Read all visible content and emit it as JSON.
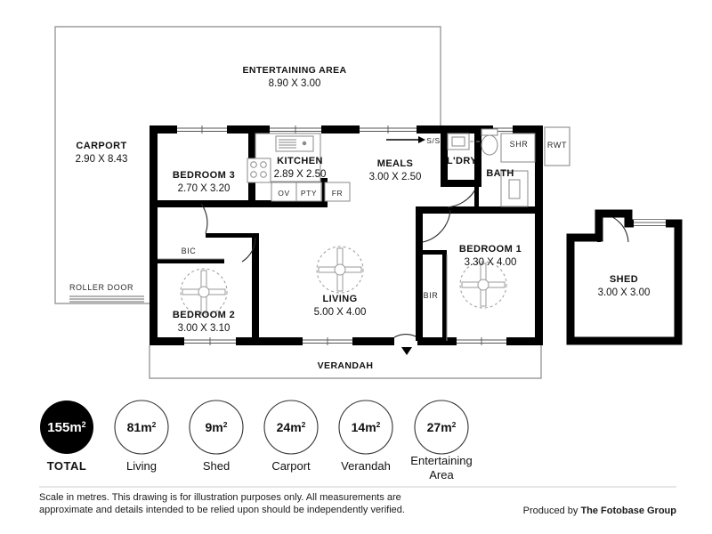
{
  "document": {
    "type": "real-estate-floor-plan",
    "title": "Floor Plan"
  },
  "rooms": [
    {
      "key": "carport",
      "label": "CARPORT",
      "dim": "2.90 X 8.43"
    },
    {
      "key": "entertaining_area",
      "label": "ENTERTAINING AREA",
      "dim": "8.90 X 3.00"
    },
    {
      "key": "bedroom_3",
      "label": "BEDROOM 3",
      "dim": "2.70 X 3.20"
    },
    {
      "key": "kitchen",
      "label": "KITCHEN",
      "dim": "2.89 X 2.50"
    },
    {
      "key": "meals",
      "label": "MEALS",
      "dim": "3.00 X 2.50"
    },
    {
      "key": "laundry",
      "label": "L'DRY",
      "dim": ""
    },
    {
      "key": "bath",
      "label": "BATH",
      "dim": ""
    },
    {
      "key": "bedroom_1",
      "label": "BEDROOM 1",
      "dim": "3.30 X 4.00"
    },
    {
      "key": "bedroom_2",
      "label": "BEDROOM 2",
      "dim": "3.00 X 3.10"
    },
    {
      "key": "living",
      "label": "LIVING",
      "dim": "5.00 X 4.00"
    },
    {
      "key": "verandah",
      "label": "VERANDAH",
      "dim": ""
    },
    {
      "key": "shed",
      "label": "SHED",
      "dim": "3.00 X 3.00"
    }
  ],
  "annotations": {
    "roller_door": "ROLLER DOOR",
    "bic": "BIC",
    "bir": "BIR",
    "ov": "OV",
    "pty": "PTY",
    "fr": "FR",
    "ss": "S/S",
    "shr": "SHR",
    "rwt": "RWT"
  },
  "area_legend": [
    {
      "key": "total",
      "value": "155",
      "unit": "m",
      "exponent": "2",
      "name": "TOTAL",
      "filled": true
    },
    {
      "key": "living",
      "value": "81",
      "unit": "m",
      "exponent": "2",
      "name": "Living",
      "filled": false
    },
    {
      "key": "shed",
      "value": "9",
      "unit": "m",
      "exponent": "2",
      "name": "Shed",
      "filled": false
    },
    {
      "key": "carport",
      "value": "24",
      "unit": "m",
      "exponent": "2",
      "name": "Carport",
      "filled": false
    },
    {
      "key": "verandah",
      "value": "14",
      "unit": "m",
      "exponent": "2",
      "name": "Verandah",
      "filled": false
    },
    {
      "key": "entertaining",
      "value": "27",
      "unit": "m",
      "exponent": "2",
      "name": "Entertaining\nArea",
      "filled": false
    }
  ],
  "footer": {
    "disclaimer_line_1": "Scale in metres. This drawing is for illustration purposes only. All measurements are",
    "disclaimer_line_2": "approximate and details intended to be relied upon should be independently verified.",
    "credit_prefix": "Produced by ",
    "credit_brand": "The Fotobase Group"
  },
  "colors": {
    "wall": "#000000",
    "thin_line": "#7a7a7a",
    "background": "#ffffff",
    "text": "#111111",
    "total_badge": "#000000",
    "total_badge_text": "#ffffff"
  }
}
